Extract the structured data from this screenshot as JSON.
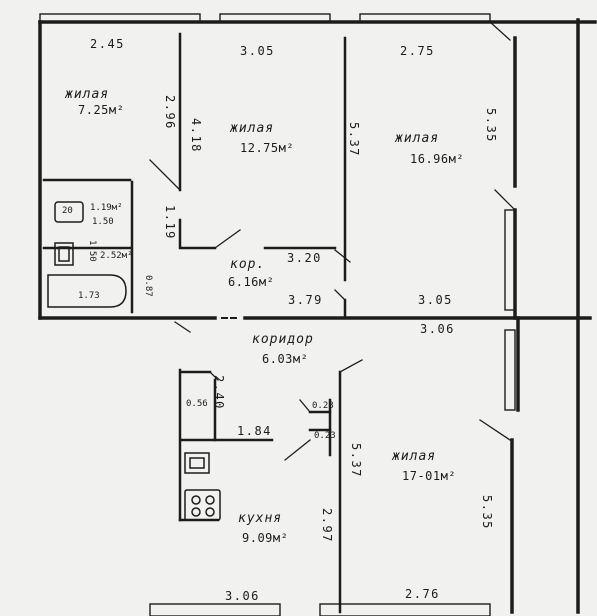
{
  "rooms": {
    "living_1": {
      "name": "жилая",
      "area": "7.25м²"
    },
    "living_2": {
      "name": "жилая",
      "area": "12.75м²"
    },
    "living_3": {
      "name": "жилая",
      "area": "16.96м²"
    },
    "living_4": {
      "name": "жилая",
      "area": "17-01м²"
    },
    "corridor_1": {
      "name": "кор.",
      "area": "6.16м²"
    },
    "corridor_2": {
      "name": "коридор",
      "area": "6.03м²"
    },
    "kitchen": {
      "name": "кухня",
      "area": "9.09м²"
    }
  },
  "wet": {
    "wc_area": "1.19м²",
    "wc_width": "1.50",
    "wc_depth": "1.50",
    "bath_area": "2.52м²",
    "bath_length": "1.73",
    "bath_width": "0.87",
    "toilet_symbol": "20"
  },
  "dimensions": {
    "top_1": "2.45",
    "top_2": "3.05",
    "top_3": "2.75",
    "living1_side": "2.96",
    "living2_side": "4.18",
    "living3_side": "5.37",
    "right_top": "5.35",
    "wc_side": "1.19",
    "corridor_top": "3.20",
    "corridor_mid": "3.79",
    "mid_top": "3.05",
    "mid_bottom": "3.06",
    "pantry_side": "2.40",
    "pantry": "0.56",
    "kitchen_top": "1.84",
    "niche_1": "0.28",
    "niche_2": "0.23",
    "kitchen_side": "5.37",
    "kitchen_depth": "2.97",
    "right_bottom": "5.35",
    "bottom_1": "3.06",
    "bottom_2": "2.76"
  }
}
